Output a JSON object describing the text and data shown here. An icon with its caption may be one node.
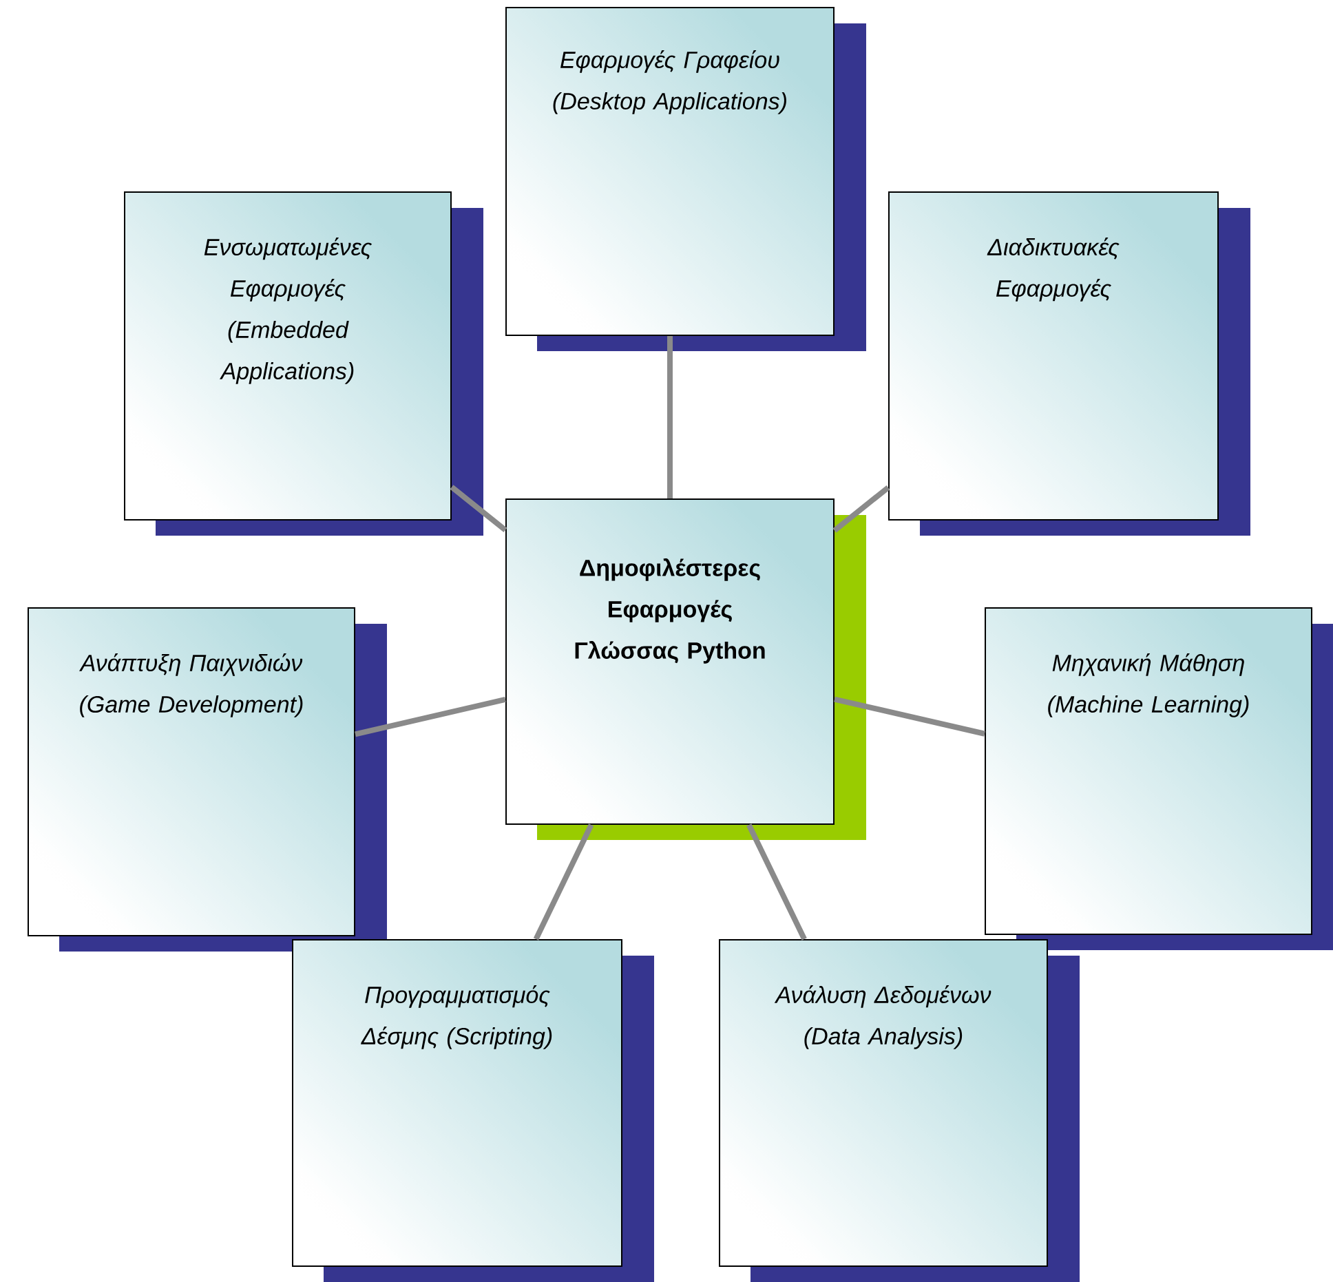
{
  "diagram": {
    "nodes": [
      {
        "text": [
          "Δημοφιλέστερες Εφαρμογές Γλώσσας Python"
        ]
      },
      {
        "text": [
          "Εφαρμογές Γραφείου (Desktop Applications)"
        ]
      },
      {
        "text": [
          "Ενσωματωμένες Εφαρμογές (Embedded Applications)"
        ]
      },
      {
        "text": [
          "Διαδικτυακές Εφαρμογές"
        ]
      },
      {
        "text": [
          "Ανάπτυξη Παιχνιδιών (Game Development)"
        ]
      },
      {
        "text": [
          "Μηχανική Μάθηση (Machine Learning)"
        ]
      },
      {
        "text": [
          "Προγραμματισμός Δέσμης (Scripting)"
        ]
      },
      {
        "text": [
          "Ανάλυση Δεδομένων (Data Analysis)"
        ]
      }
    ],
    "edges": [
      {
        "from": 0,
        "to": 1,
        "arrow": "none"
      },
      {
        "from": 0,
        "to": 2,
        "arrow": "none"
      },
      {
        "from": 0,
        "to": 3,
        "arrow": "none"
      },
      {
        "from": 0,
        "to": 4,
        "arrow": "none"
      },
      {
        "from": 0,
        "to": 5,
        "arrow": "none"
      },
      {
        "from": 0,
        "to": 6,
        "arrow": "none"
      },
      {
        "from": 0,
        "to": 7,
        "arrow": "none"
      }
    ]
  }
}
